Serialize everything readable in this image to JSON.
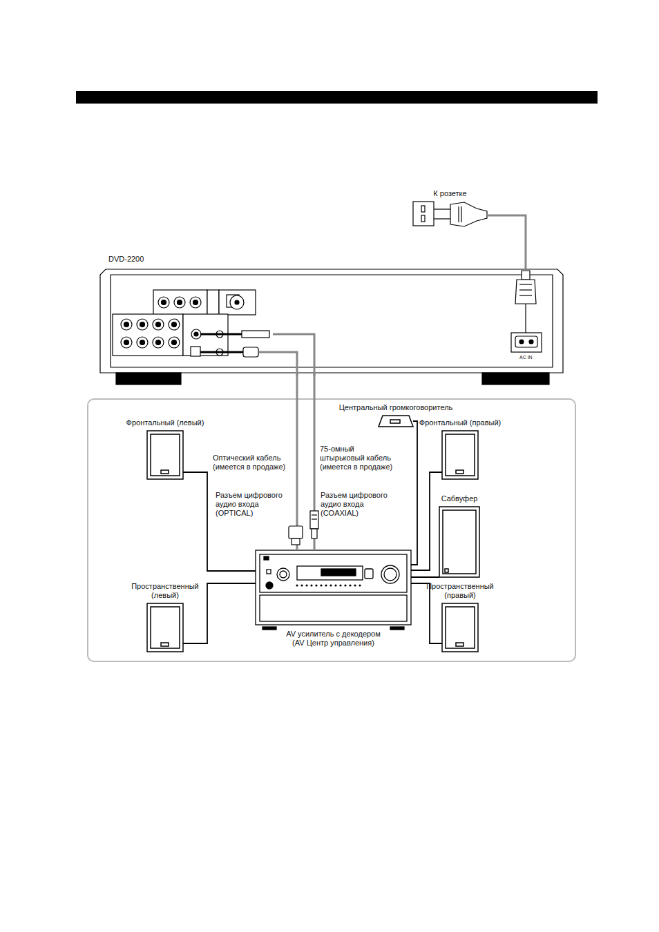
{
  "diagram": {
    "nodes": [
      {
        "text": [
          "К розетке"
        ]
      },
      {
        "text": [
          "DVD-2200"
        ]
      },
      {
        "text": [
          "Центральный громкоговоритель"
        ]
      },
      {
        "text": [
          "Фронтальный (левый)"
        ]
      },
      {
        "text": [
          "Фронтальный (правый)"
        ]
      },
      {
        "text": [
          "Сабвуфер"
        ]
      },
      {
        "text": [
          "AV усилитель с декодером (AV Центр управления)"
        ]
      },
      {
        "text": [
          "Пространственный (левый)"
        ]
      },
      {
        "text": [
          "Пространственный (правый)"
        ]
      }
    ],
    "edges": [
      {
        "from": 0,
        "to": 1,
        "arrow": "none"
      },
      {
        "from": 1,
        "to": 6,
        "arrow": "none",
        "label": "Оптический кабель (имеется в продаже)"
      },
      {
        "from": 1,
        "to": 6,
        "arrow": "none",
        "label": "75-омный штырьковый кабель (имеется в продаже)"
      },
      {
        "from": 6,
        "to": 3,
        "arrow": "none"
      },
      {
        "from": 6,
        "to": 2,
        "arrow": "none"
      },
      {
        "from": 6,
        "to": 4,
        "arrow": "none"
      },
      {
        "from": 6,
        "to": 5,
        "arrow": "none"
      },
      {
        "from": 6,
        "to": 7,
        "arrow": "none"
      },
      {
        "from": 6,
        "to": 8,
        "arrow": "none"
      }
    ],
    "labels": [
      "Разъем цифрового аудио входа (OPTICAL)",
      "Разъем цифрового аудио входа (COAXIAL)",
      "AC IN"
    ]
  }
}
